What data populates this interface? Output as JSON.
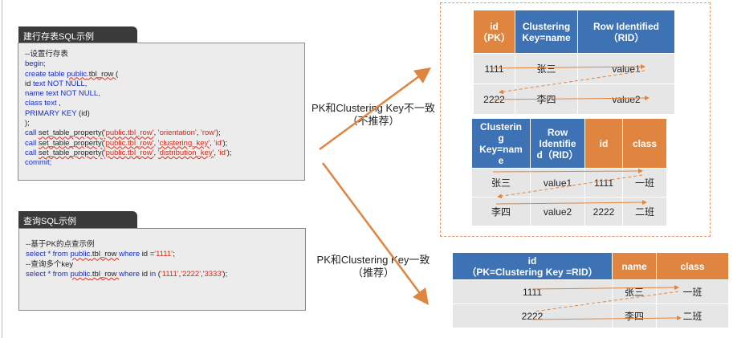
{
  "left": {
    "create_tab": "建行存表SQL示例",
    "create_lines": [
      [
        [
          "--设置行存表",
          ""
        ]
      ],
      [
        [
          "begin;",
          "kw"
        ]
      ],
      [
        [
          "create table ",
          "kw"
        ],
        [
          "public",
          "kwu"
        ],
        [
          ".tbl_row (",
          "u"
        ]
      ],
      [
        [
          "id ",
          ""
        ],
        [
          "text NOT NULL,",
          "kw"
        ]
      ],
      [
        [
          "name text NOT NULL,",
          "kw"
        ]
      ],
      [
        [
          "class text",
          "kw"
        ],
        [
          " ,",
          ""
        ]
      ],
      [
        [
          "PRIMARY KEY",
          "kw"
        ],
        [
          " (id)",
          ""
        ]
      ],
      [
        [
          ");",
          ""
        ]
      ],
      [
        [
          "call ",
          "kw"
        ],
        [
          "set_table_property(",
          "u"
        ],
        [
          "'public.tbl_row'",
          "stu"
        ],
        [
          ", ",
          ""
        ],
        [
          "'orientation'",
          "st"
        ],
        [
          ", ",
          ""
        ],
        [
          "'row'",
          "st"
        ],
        [
          ");",
          ""
        ]
      ],
      [
        [
          "call ",
          "kw"
        ],
        [
          "set_table_property(",
          "u"
        ],
        [
          "'public.tbl_row'",
          "stu"
        ],
        [
          ", ",
          ""
        ],
        [
          "'clustering_key'",
          "stu"
        ],
        [
          ", ",
          ""
        ],
        [
          "'id'",
          "st"
        ],
        [
          ");",
          ""
        ]
      ],
      [
        [
          "call ",
          "kw"
        ],
        [
          "set_table_property(",
          "u"
        ],
        [
          "'public.tbl_row'",
          "stu"
        ],
        [
          ", ",
          ""
        ],
        [
          "'distribution_key'",
          "stu"
        ],
        [
          ", ",
          ""
        ],
        [
          "'id'",
          "st"
        ],
        [
          ");",
          ""
        ]
      ],
      [
        [
          "commit;",
          "kw"
        ]
      ]
    ],
    "query_tab": "查询SQL示例",
    "query_lines": [
      [
        [
          "--基于PK的点查示例",
          ""
        ]
      ],
      [
        [
          "select * from ",
          "kw"
        ],
        [
          "public",
          "kwu"
        ],
        [
          ".tbl_row ",
          "u"
        ],
        [
          "where ",
          "kw"
        ],
        [
          "id =",
          ""
        ],
        [
          "'1111'",
          "st"
        ],
        [
          ";",
          ""
        ]
      ],
      [
        [
          " ",
          ""
        ]
      ],
      [
        [
          "--查询多个key",
          ""
        ]
      ],
      [
        [
          "select * from ",
          "kw"
        ],
        [
          "public",
          "kwu"
        ],
        [
          ".tbl_row ",
          "u"
        ],
        [
          "where ",
          "kw"
        ],
        [
          "id ",
          ""
        ],
        [
          "in ",
          "kw"
        ],
        [
          "(",
          ""
        ],
        [
          "'1111'",
          "st"
        ],
        [
          ",",
          ""
        ],
        [
          "'2222'",
          "st"
        ],
        [
          ",",
          ""
        ],
        [
          "'3333'",
          "st"
        ],
        [
          ");",
          ""
        ]
      ]
    ]
  },
  "labels": {
    "mismatch": "PK和Clustering Key不一致",
    "mismatch_note": "（不推荐）",
    "match": "PK和Clustering Key一致",
    "match_note": "（推荐）"
  },
  "table1": {
    "headers": [
      "id\n（PK）",
      "Clustering\nKey=name",
      "Row Identified\n（RID）"
    ],
    "header_colors": [
      "o",
      "b",
      "b"
    ],
    "rows": [
      [
        "1111",
        "张三",
        "value1"
      ],
      [
        "2222",
        "李四",
        "value2"
      ]
    ]
  },
  "table2": {
    "headers": [
      "Clusterin\ng\nKey=nam\ne",
      "Row\nIdentifie\nd（RID）",
      "id",
      "class"
    ],
    "header_colors": [
      "b",
      "b",
      "o",
      "o"
    ],
    "rows": [
      [
        "张三",
        "value1",
        "1111",
        "一班"
      ],
      [
        "李四",
        "value2",
        "2222",
        "二班"
      ]
    ]
  },
  "table3": {
    "headers": [
      "id\n（PK=Clustering Key =RID）",
      "name",
      "class"
    ],
    "header_colors": [
      "b",
      "o",
      "o"
    ],
    "rows": [
      [
        "1111",
        "张三",
        "一班"
      ],
      [
        "2222",
        "李四",
        "二班"
      ]
    ]
  },
  "colors": {
    "orange": "#e08540",
    "blue": "#3d72b4",
    "arrow": "#e08540"
  }
}
